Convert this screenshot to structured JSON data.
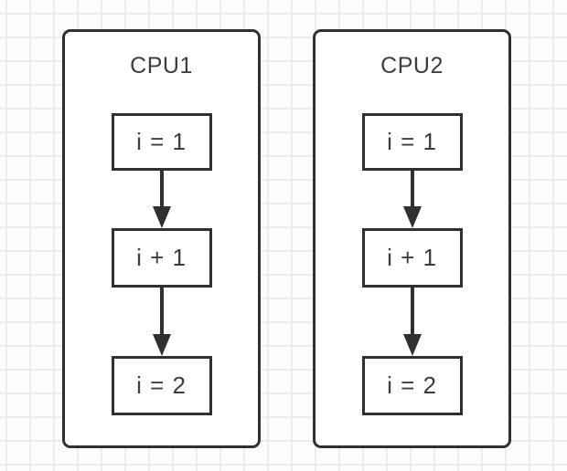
{
  "diagram": {
    "type": "flowchart",
    "colors": {
      "stroke": "#303030",
      "text": "#3d3d3d",
      "node_fill": "#ffffff",
      "canvas_background": "#fcfcfc",
      "grid_line": "#ededed"
    },
    "columns": [
      {
        "title": "CPU1",
        "steps": [
          "i = 1",
          "i + 1",
          "i = 2"
        ],
        "connectors": [
          "arrow-down",
          "arrow-down"
        ]
      },
      {
        "title": "CPU2",
        "steps": [
          "i = 1",
          "i + 1",
          "i = 2"
        ],
        "connectors": [
          "arrow-down",
          "arrow-down"
        ]
      }
    ]
  }
}
